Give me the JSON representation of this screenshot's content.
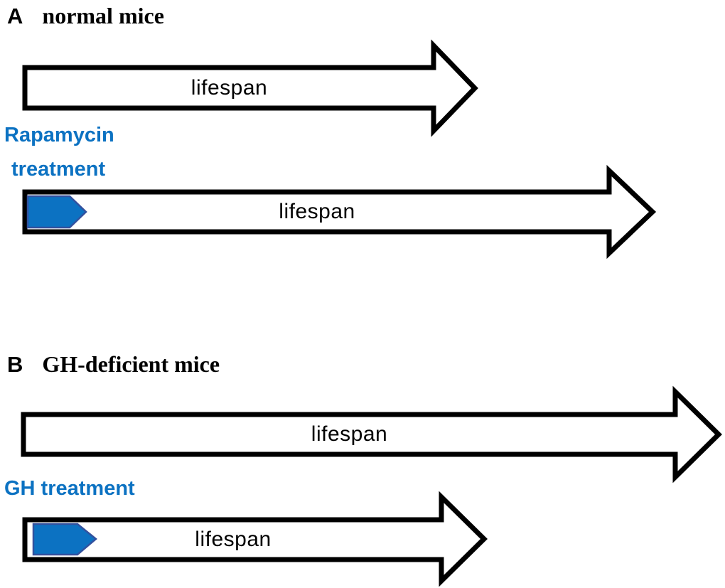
{
  "figure": {
    "description_colors": {
      "treatment_blue": "#0C72C2",
      "marker_fill": "#0C72C2",
      "marker_border": "#32519E",
      "arrow_outline": "#000000",
      "arrow_fill": "#FFFFFF"
    },
    "panelA": {
      "id": "A",
      "title": "normal mice",
      "untreated_arrow_label": "lifespan",
      "treated_arrow_label": "lifespan",
      "treatment_line1": "Rapamycin",
      "treatment_line2": "treatment"
    },
    "panelB": {
      "id": "B",
      "title": "GH-deficient mice",
      "untreated_arrow_label": "lifespan",
      "treated_arrow_label": "lifespan",
      "treatment_label": "GH treatment"
    }
  }
}
